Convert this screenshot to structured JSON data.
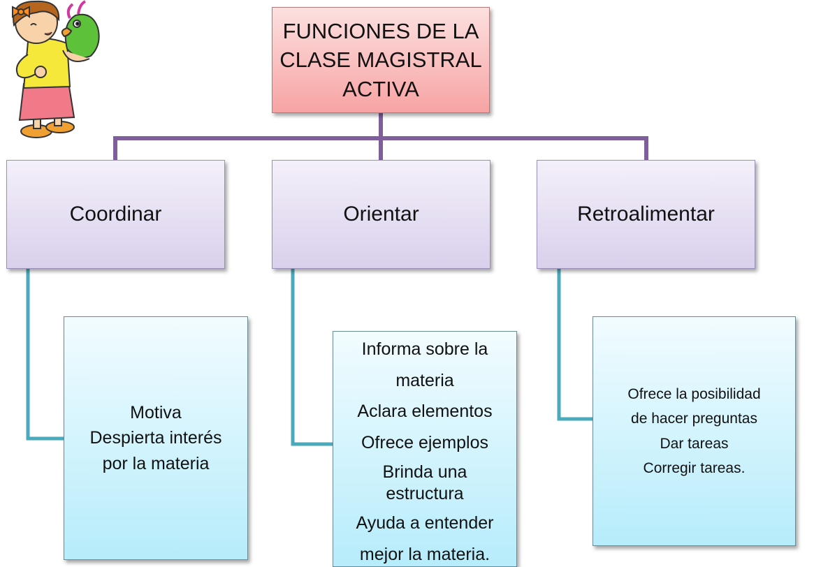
{
  "root": {
    "lines": [
      "FUNCIONES DE LA",
      "CLASE MAGISTRAL",
      "ACTIVA"
    ]
  },
  "categories": [
    {
      "label": "Coordinar",
      "details": [
        "Motiva",
        "Despierta interés",
        "por la materia"
      ]
    },
    {
      "label": "Orientar",
      "details": [
        "Informa sobre la",
        "materia",
        "Aclara elementos",
        "Ofrece ejemplos",
        "Brinda una",
        "estructura",
        "Ayuda a entender",
        "mejor la materia."
      ]
    },
    {
      "label": "Retroalimentar",
      "details": [
        "Ofrece la posibilidad",
        "de hacer preguntas",
        "Dar tareas",
        "Corregir tareas."
      ]
    }
  ],
  "colors": {
    "root_fill": "#f7a3a3",
    "category_fill": "#d9d0ec",
    "detail_fill": "#b6ecfb",
    "tree_connector": "#7e5f9c",
    "detail_connector": "#4aa9bb"
  },
  "decoration": {
    "icon": "girl-with-parrot-puppet-icon"
  }
}
